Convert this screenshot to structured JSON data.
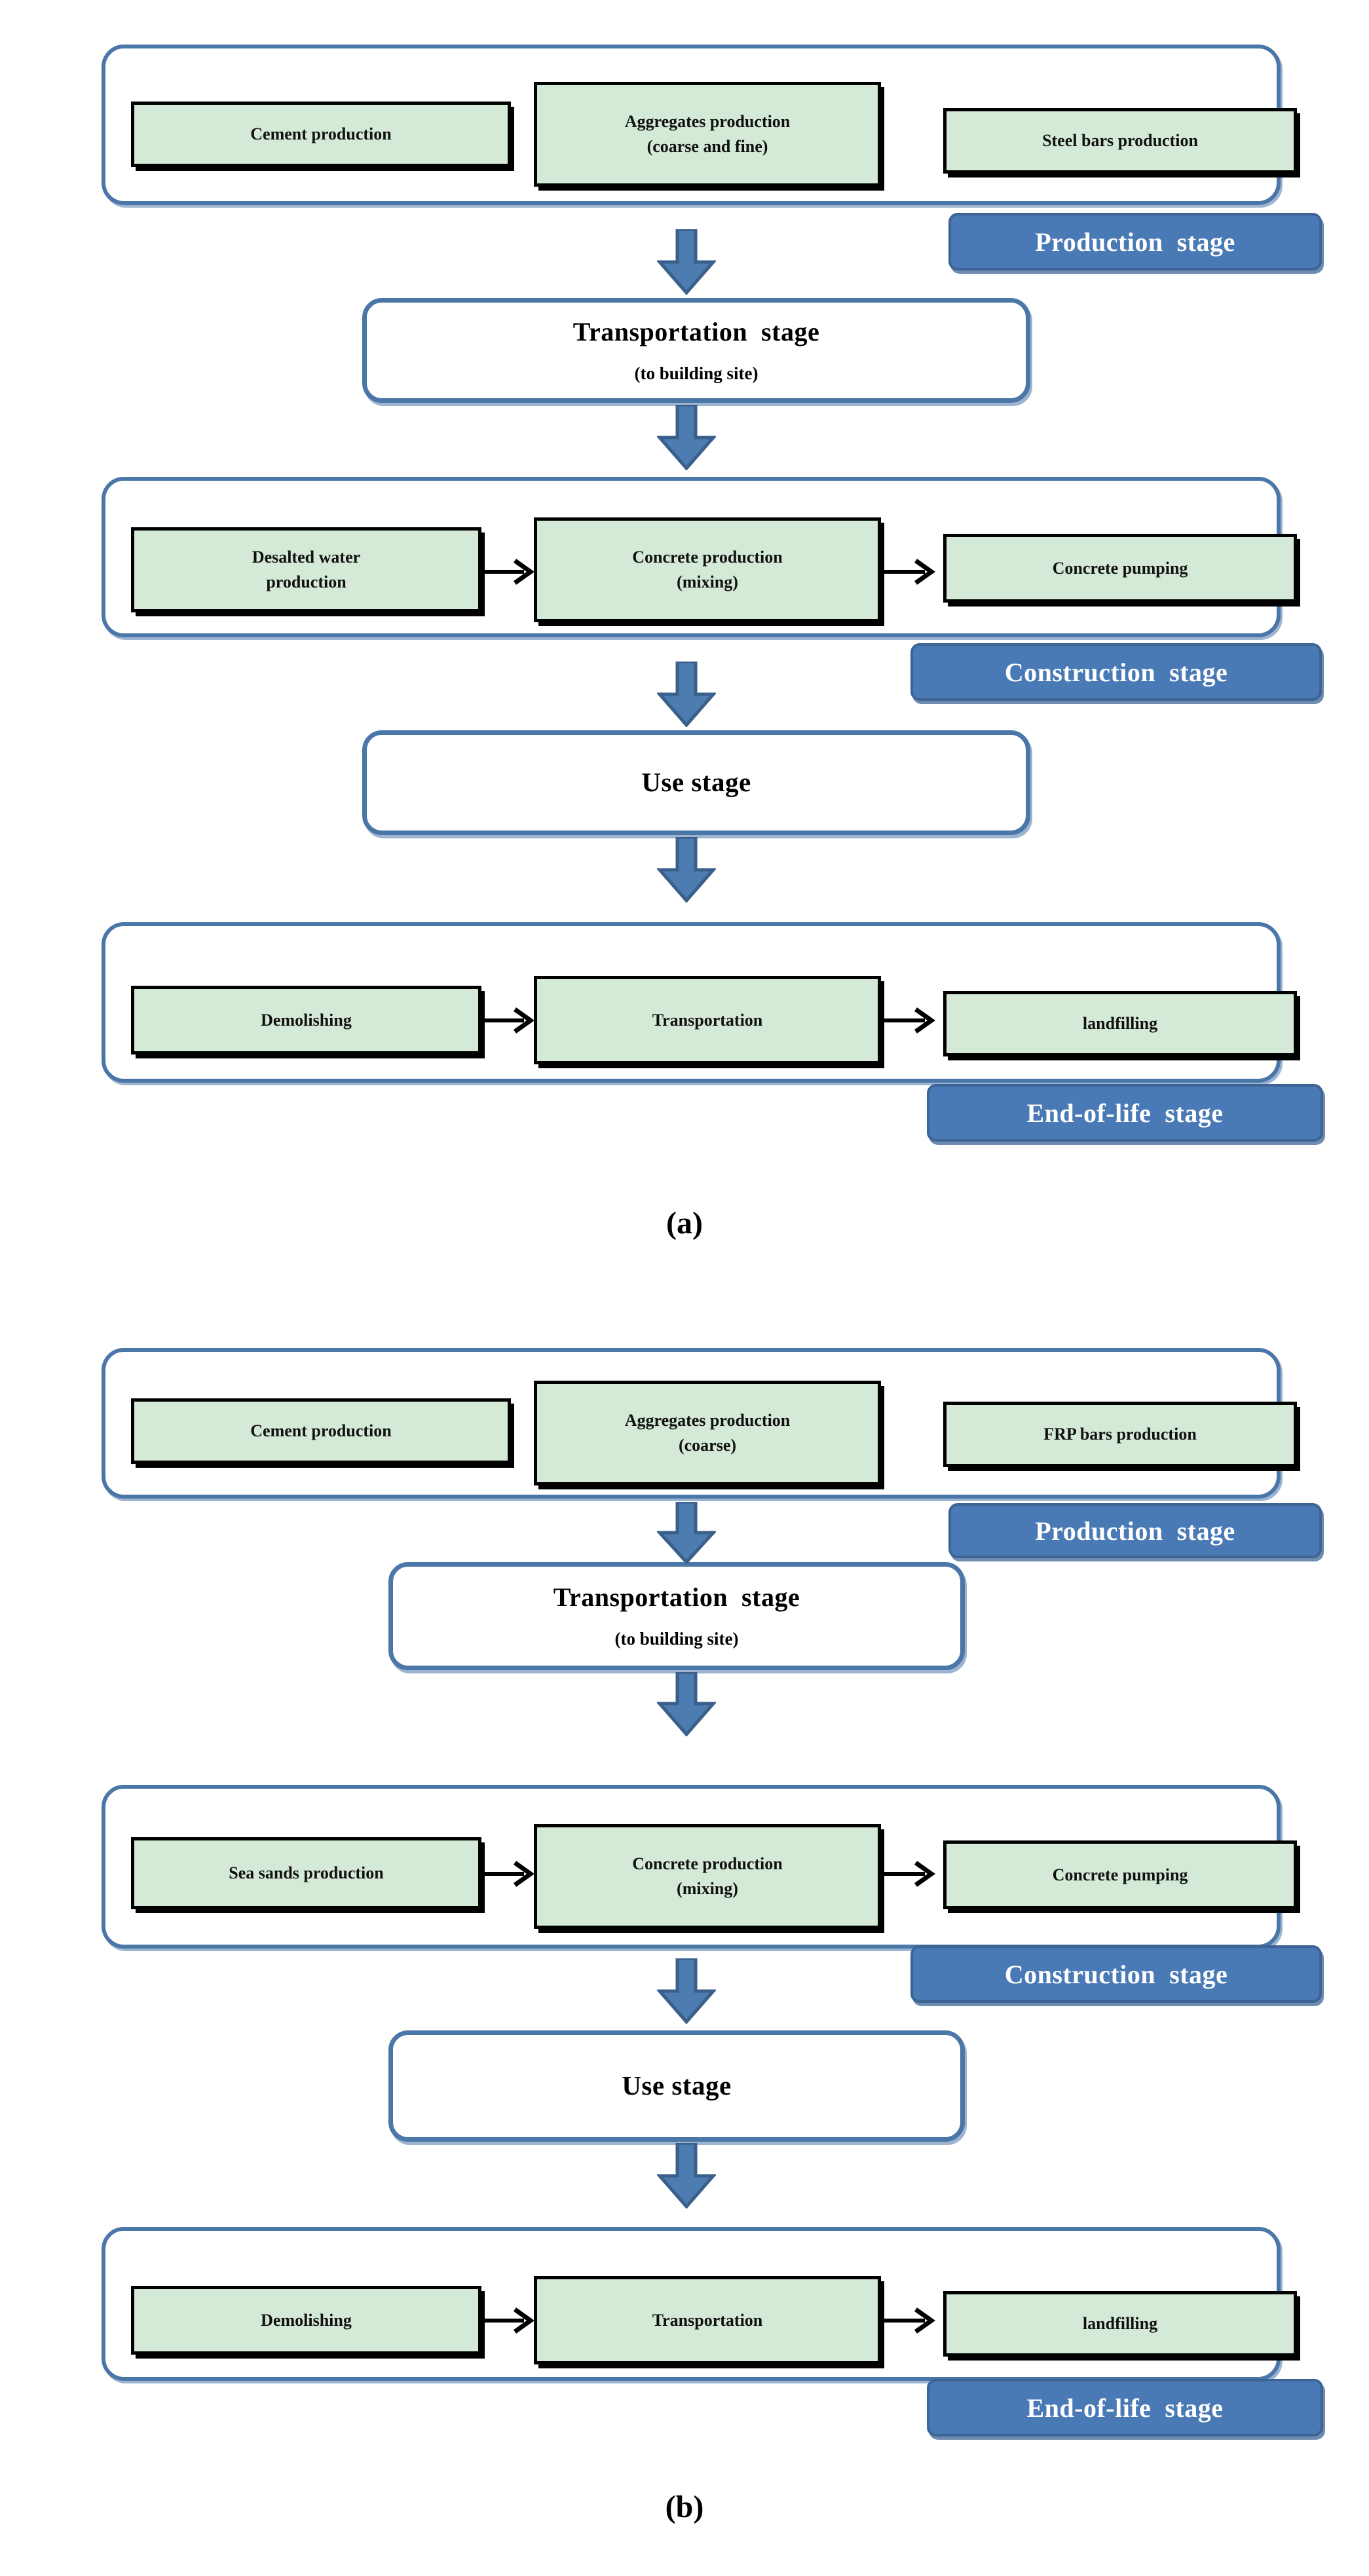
{
  "figure": {
    "panels": [
      {
        "caption": "(a)",
        "stages": [
          {
            "name": "production-stage",
            "badge": "Production  stage",
            "boxes": [
              {
                "lines": [
                  "Cement production"
                ]
              },
              {
                "lines": [
                  "Aggregates production",
                  "(coarse and fine)"
                ]
              },
              {
                "lines": [
                  "Steel bars production"
                ]
              }
            ]
          },
          {
            "name": "transportation-stage",
            "title": "Transportation  stage",
            "subtitle": "(to building site)"
          },
          {
            "name": "construction-stage",
            "badge": "Construction  stage",
            "boxes": [
              {
                "lines": [
                  "Desalted water",
                  "production"
                ]
              },
              {
                "lines": [
                  "Concrete production",
                  "(mixing)"
                ]
              },
              {
                "lines": [
                  "Concrete pumping"
                ]
              }
            ]
          },
          {
            "name": "use-stage",
            "title": "Use stage"
          },
          {
            "name": "end-of-life-stage",
            "badge": "End-of-life  stage",
            "boxes": [
              {
                "lines": [
                  "Demolishing"
                ]
              },
              {
                "lines": [
                  "Transportation"
                ]
              },
              {
                "lines": [
                  "landfilling"
                ]
              }
            ]
          }
        ]
      },
      {
        "caption": "(b)",
        "stages": [
          {
            "name": "production-stage",
            "badge": "Production  stage",
            "boxes": [
              {
                "lines": [
                  "Cement production"
                ]
              },
              {
                "lines": [
                  "Aggregates production",
                  "(coarse)"
                ]
              },
              {
                "lines": [
                  "FRP bars production"
                ]
              }
            ]
          },
          {
            "name": "transportation-stage",
            "title": "Transportation  stage",
            "subtitle": "(to building site)"
          },
          {
            "name": "construction-stage",
            "badge": "Construction  stage",
            "boxes": [
              {
                "lines": [
                  "Sea sands production"
                ]
              },
              {
                "lines": [
                  "Concrete production",
                  "(mixing)"
                ]
              },
              {
                "lines": [
                  "Concrete pumping"
                ]
              }
            ]
          },
          {
            "name": "use-stage",
            "title": "Use stage"
          },
          {
            "name": "end-of-life-stage",
            "badge": "End-of-life  stage",
            "boxes": [
              {
                "lines": [
                  "Demolishing"
                ]
              },
              {
                "lines": [
                  "Transportation"
                ]
              },
              {
                "lines": [
                  "landfilling"
                ]
              }
            ]
          }
        ]
      }
    ]
  },
  "colors": {
    "container_border": "#4a77a8",
    "badge_fill": "#4a7ab5",
    "badge_border": "#3d6495",
    "process_fill": "#d4e9d6",
    "process_border": "#000000",
    "arrow_fill": "#4d7cb0",
    "arrow_border": "#3a5f8a",
    "background": "#ffffff"
  }
}
